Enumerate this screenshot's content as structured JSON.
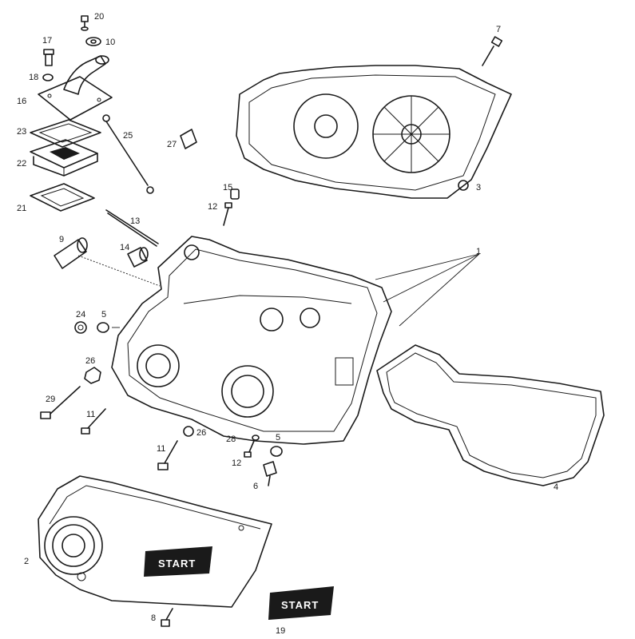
{
  "callouts": [
    {
      "id": "20",
      "label": "20"
    },
    {
      "id": "10",
      "label": "10"
    },
    {
      "id": "17",
      "label": "17"
    },
    {
      "id": "18",
      "label": "18"
    },
    {
      "id": "16",
      "label": "16"
    },
    {
      "id": "23",
      "label": "23"
    },
    {
      "id": "25",
      "label": "25"
    },
    {
      "id": "27",
      "label": "27"
    },
    {
      "id": "22",
      "label": "22"
    },
    {
      "id": "21",
      "label": "21"
    },
    {
      "id": "13",
      "label": "13"
    },
    {
      "id": "9",
      "label": "9"
    },
    {
      "id": "14",
      "label": "14"
    },
    {
      "id": "7",
      "label": "7"
    },
    {
      "id": "3",
      "label": "3"
    },
    {
      "id": "15",
      "label": "15"
    },
    {
      "id": "12a",
      "label": "12"
    },
    {
      "id": "1",
      "label": "1"
    },
    {
      "id": "24",
      "label": "24"
    },
    {
      "id": "5a",
      "label": "5"
    },
    {
      "id": "26a",
      "label": "26"
    },
    {
      "id": "29",
      "label": "29"
    },
    {
      "id": "11a",
      "label": "11"
    },
    {
      "id": "26b",
      "label": "26"
    },
    {
      "id": "11b",
      "label": "11"
    },
    {
      "id": "28",
      "label": "28"
    },
    {
      "id": "5b",
      "label": "5"
    },
    {
      "id": "12b",
      "label": "12"
    },
    {
      "id": "6",
      "label": "6"
    },
    {
      "id": "4",
      "label": "4"
    },
    {
      "id": "2",
      "label": "2"
    },
    {
      "id": "8",
      "label": "8"
    },
    {
      "id": "19",
      "label": "19"
    }
  ],
  "decals": {
    "cover_decal_text": "START",
    "loose_decal_text": "START"
  },
  "colors": {
    "ink": "#1a1a1a",
    "paper": "#ffffff"
  }
}
